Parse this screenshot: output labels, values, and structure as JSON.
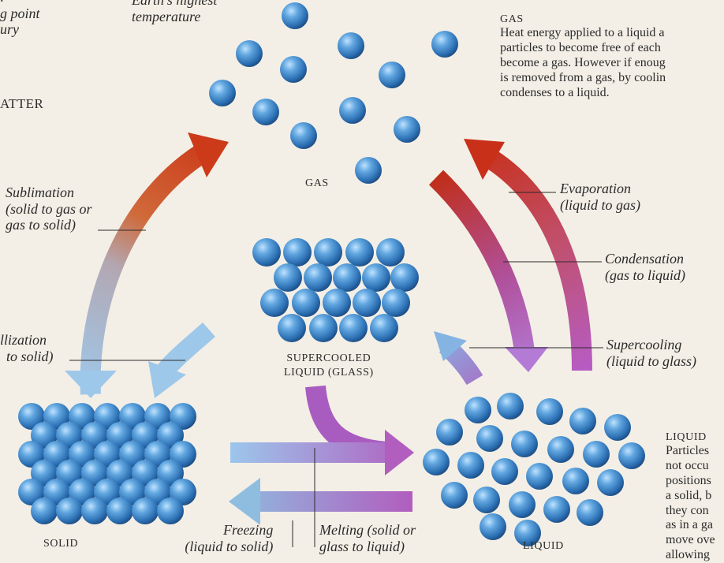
{
  "top_left_fragment": {
    "lines": [
      ":",
      "g point",
      "ury"
    ]
  },
  "top_fragment": {
    "lines": [
      "Earth's highest",
      "temperature"
    ]
  },
  "matter_fragment": "ATTER",
  "gas_box": {
    "title": "GAS",
    "lines": [
      "Heat energy applied to a liquid a",
      "particles to become free of each",
      "become a gas. However if enoug",
      "is removed from a gas, by coolin",
      "condenses to a liquid."
    ]
  },
  "liquid_box": {
    "title": "LIQUID",
    "lines": [
      "Particles",
      "not occu",
      "positions",
      "a solid, b",
      "they con",
      "as in a ga",
      "move ove",
      "allowing"
    ]
  },
  "state_labels": {
    "gas": "GAS",
    "supercooled": [
      "SUPERCOOLED",
      "LIQUID (GLASS)"
    ],
    "solid": "SOLID",
    "liquid": "LIQUID"
  },
  "process_labels": {
    "sublimation": [
      "Sublimation",
      "(solid to gas or",
      "gas to solid)"
    ],
    "crystallization": [
      "llization",
      "to solid)"
    ],
    "evaporation": [
      "Evaporation",
      "(liquid to gas)"
    ],
    "condensation": [
      "Condensation",
      "(gas to liquid)"
    ],
    "supercooling": [
      "Supercooling",
      "(liquid to glass)"
    ],
    "freezing": [
      "Freezing",
      "(liquid to solid)"
    ],
    "melting": [
      "Melting (solid or",
      "glass to liquid)"
    ]
  },
  "colors": {
    "background": "#f3efe6",
    "particle": "#3f8ac9",
    "hot_arrow": "#c93a1c",
    "cool_arrow": "#8fbde0",
    "purple_arrow": "#a95cc0",
    "text": "#2b2b2b"
  }
}
